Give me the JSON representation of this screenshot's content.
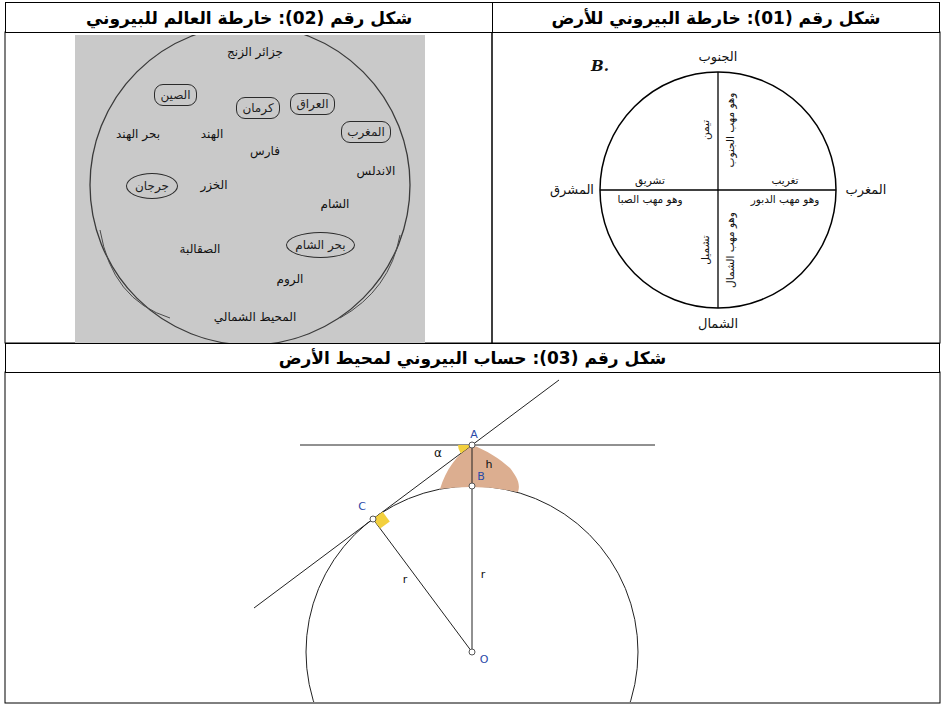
{
  "diagram": {
    "nodes": [
      {
        "text": [
          "شكل رقم (01): خارطة البيروني للأرض"
        ]
      },
      {
        "text": [
          "شكل رقم (02): خارطة العالم للبيروني"
        ]
      },
      {
        "text": [
          "شكل رقم (03): حساب البيروني لمحيط الأرض"
        ]
      },
      {
        "text": [
          "الصين"
        ]
      },
      {
        "text": [
          "كرمان"
        ]
      },
      {
        "text": [
          "العراق"
        ]
      },
      {
        "text": [
          "المغرب"
        ]
      },
      {
        "text": [
          "جرجان"
        ]
      },
      {
        "text": [
          "بحر الشام"
        ]
      }
    ],
    "labels": [
      "B.",
      "الجنوب",
      "المشرق",
      "المغرب",
      "الشمال",
      "تيمن",
      "وهو مهب الجنوب",
      "تشريق",
      "وهو مهب الصبا",
      "تغريب",
      "وهو مهب الدبور",
      "تشميل",
      "وهو مهب الشمال",
      "جزائر الزنج",
      "المحيط الشمالي",
      "فارس",
      "الخزر",
      "الشام",
      "الروم",
      "الصقالبة",
      "الاندلس",
      "بحر الهند",
      "الهند",
      "A",
      "B",
      "C",
      "O",
      "r",
      "r",
      "h",
      "α"
    ]
  }
}
